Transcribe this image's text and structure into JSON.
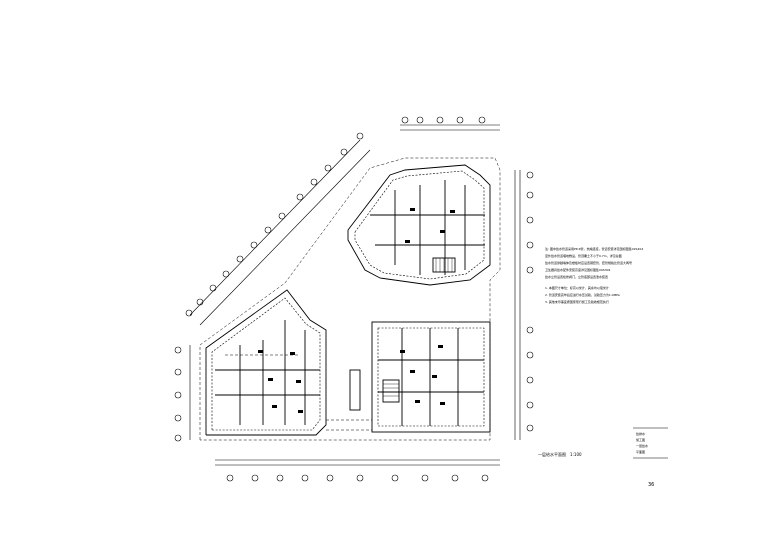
{
  "drawing": {
    "plan_title": "一层给水平面图",
    "plan_scale": "1:100",
    "sheet_number": "36",
    "notes": [
      "注: 图中给水管道采用PP-R管，热熔连接，管道安装详见国标图集02S404",
      "室外给水管道埋地敷设，管顶覆土不小于0.7m，详见总图",
      "给水管道穿越墙体及楼板时应设置钢套管，套管规格比管道大两号",
      "卫生器具给水配件安装高度详见国标图集09S304",
      "给水立管设置检修阀门，立管底部设置泄水装置",
      "1. 本图尺寸单位：标高以米计，其余均以毫米计",
      "2. 管道安装完毕后应进行水压试验，试验压力为1.0MPa",
      "3. 其他未尽事宜按国家现行施工及验收规范执行"
    ],
    "title_block_items": [
      "给排水",
      "施工图",
      "一层给水",
      "平面图"
    ]
  }
}
